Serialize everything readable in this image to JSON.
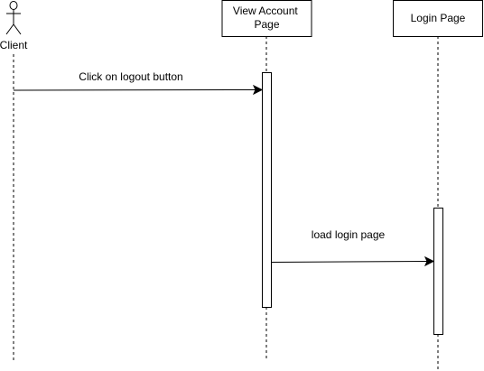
{
  "actors": [
    {
      "label": "Client"
    }
  ],
  "participants": [
    {
      "label_lines": [
        "View Account",
        "Page"
      ]
    },
    {
      "label_lines": [
        "Login Page"
      ]
    }
  ],
  "messages": [
    {
      "label": "Click on logout button",
      "from": "Client",
      "to": "View Account Page"
    },
    {
      "label": "load login page",
      "from": "View Account Page",
      "to": "Login Page"
    }
  ]
}
